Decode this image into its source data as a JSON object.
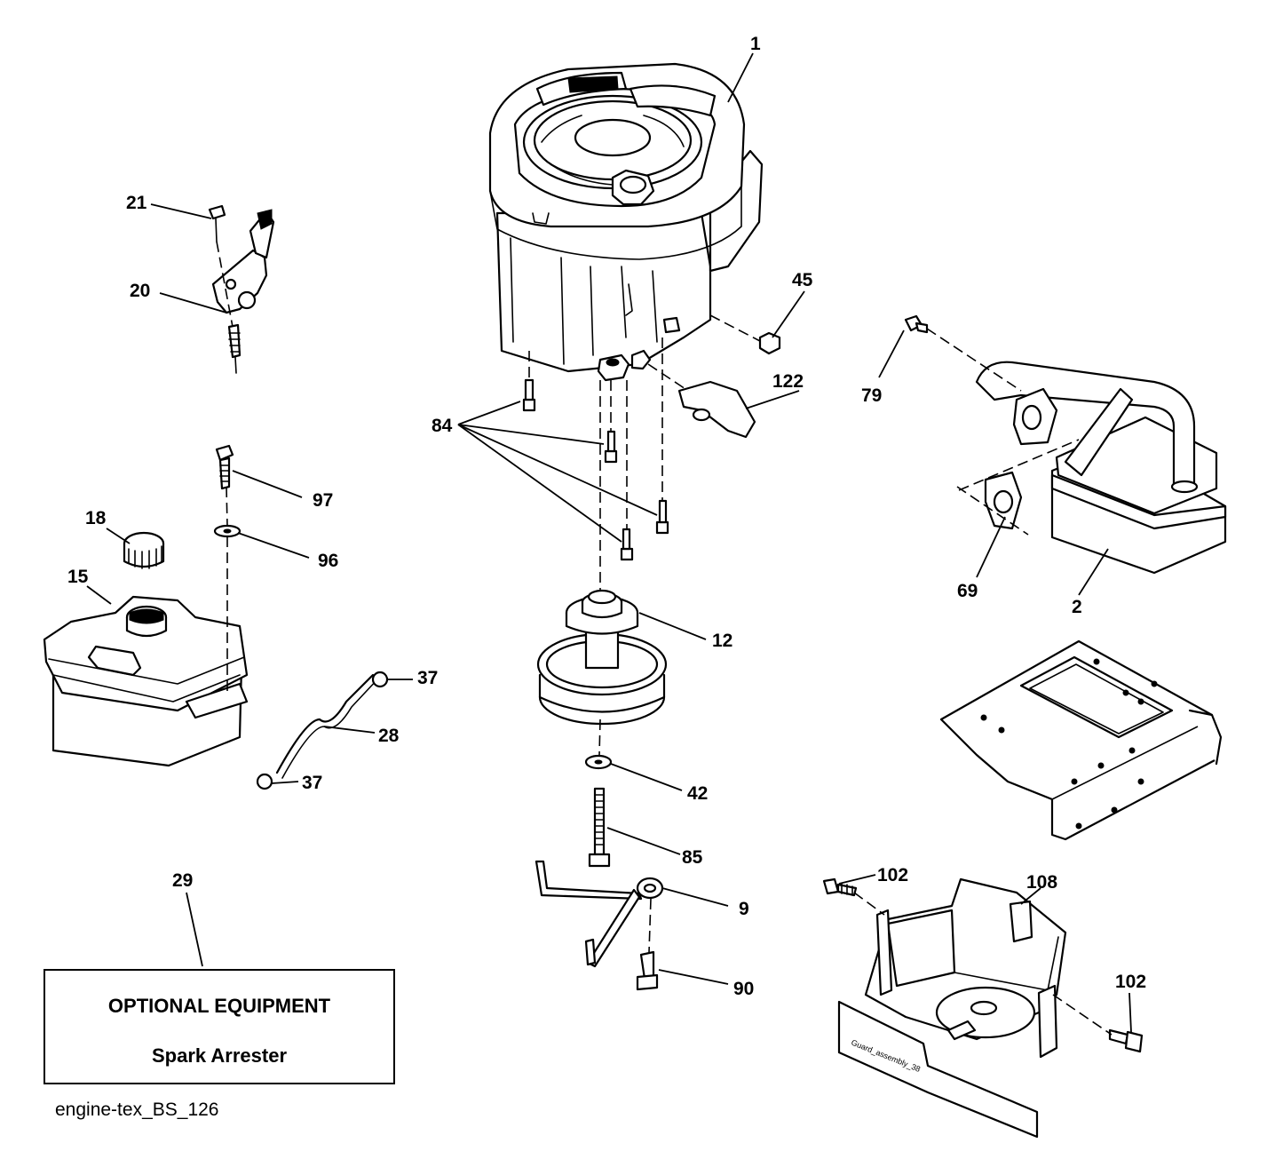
{
  "labels": {
    "p1": "1",
    "p2": "2",
    "p9": "9",
    "p12": "12",
    "p15": "15",
    "p18": "18",
    "p20": "20",
    "p21": "21",
    "p28": "28",
    "p29": "29",
    "p37a": "37",
    "p37b": "37",
    "p42": "42",
    "p45": "45",
    "p69": "69",
    "p79": "79",
    "p84": "84",
    "p85": "85",
    "p90": "90",
    "p96": "96",
    "p97": "97",
    "p102a": "102",
    "p102b": "102",
    "p108": "108",
    "p122": "122"
  },
  "optional_box": {
    "title": "OPTIONAL EQUIPMENT",
    "subtitle": "Spark Arrester"
  },
  "guard_text": "Guard_assembly_38",
  "footer": "engine-tex_BS_126"
}
